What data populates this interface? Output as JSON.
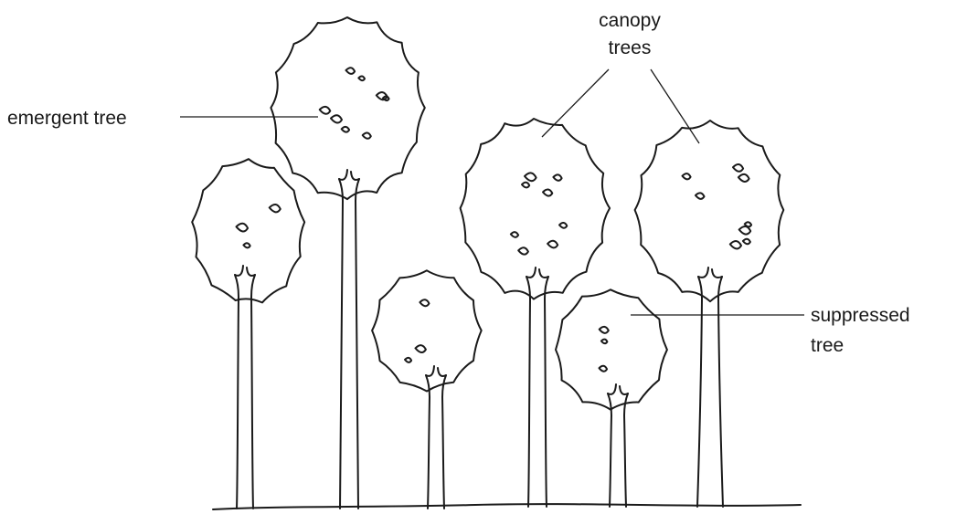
{
  "labels": {
    "emergent": "emergent tree",
    "canopy_line1": "canopy",
    "canopy_line2": "trees",
    "suppressed_line1": "suppressed",
    "suppressed_line2": "tree"
  }
}
